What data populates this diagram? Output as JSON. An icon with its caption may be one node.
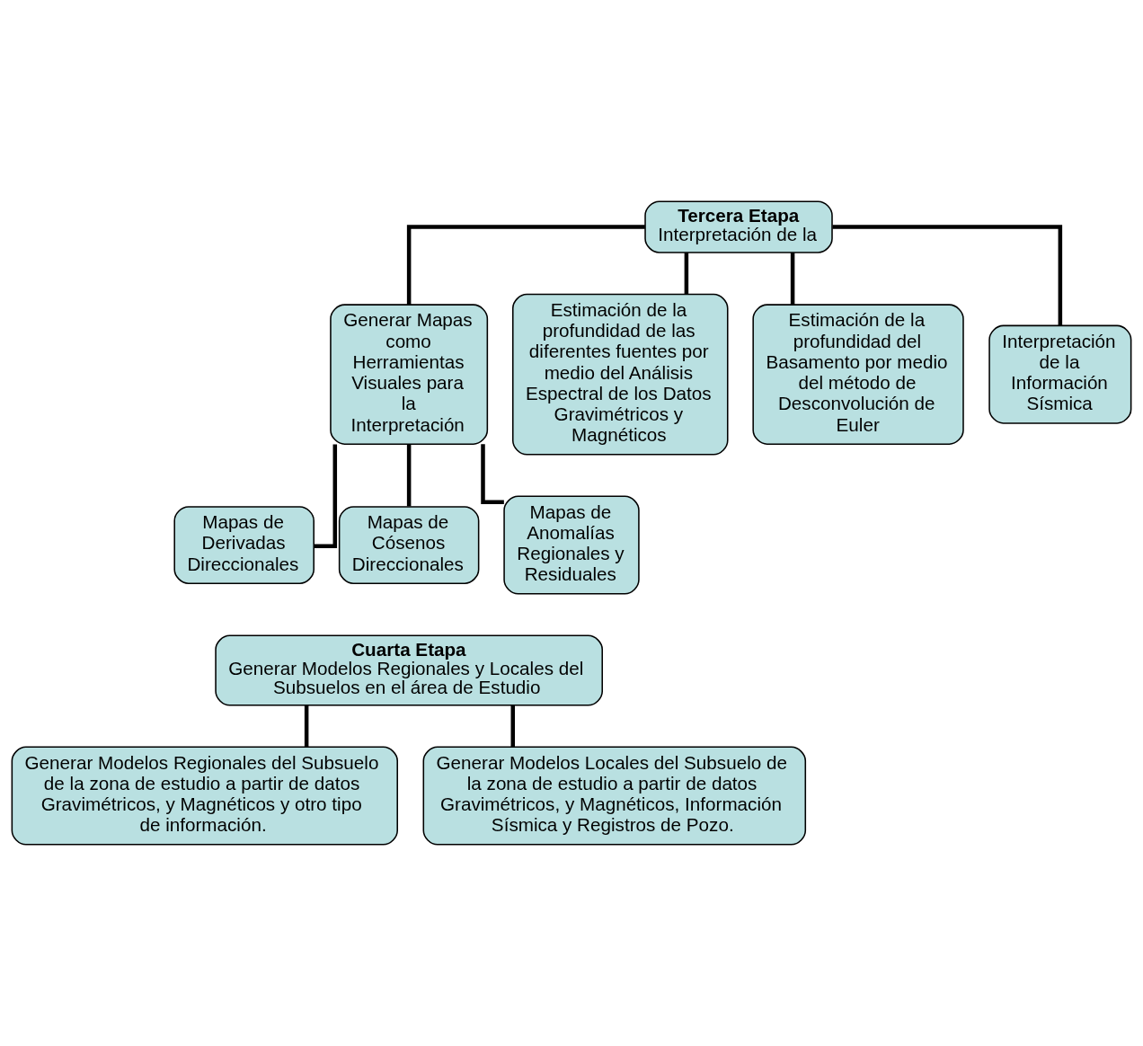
{
  "diagram": {
    "nodes": [
      {
        "text": [
          "Tercera Etapa",
          "Interpretación de la"
        ]
      },
      {
        "text": [
          "Generar Mapas como Herramientas Visuales para la Interpretación"
        ]
      },
      {
        "text": [
          "Estimación de la profundidad de las diferentes fuentes por medio del Análisis Espectral de los Datos Gravimétricos y Magnéticos"
        ]
      },
      {
        "text": [
          "Estimación de la profundidad del Basamento por medio del método de Desconvolución de Euler"
        ]
      },
      {
        "text": [
          "Interpretación de la Información Sísmica"
        ]
      },
      {
        "text": [
          "Mapas de Derivadas Direccionales"
        ]
      },
      {
        "text": [
          "Mapas de Cósenos Direccionales"
        ]
      },
      {
        "text": [
          "Mapas de Anomalías Regionales y Residuales"
        ]
      },
      {
        "text": [
          "Cuarta Etapa",
          "Generar Modelos Regionales y Locales del Subsuelos en el área de Estudio"
        ]
      },
      {
        "text": [
          "Generar Modelos Regionales del Subsuelo de la zona de estudio a partir de datos Gravimétricos, y Magnéticos y otro tipo de información."
        ]
      },
      {
        "text": [
          "Generar Modelos Locales del Subsuelo de la zona de estudio a partir de datos Gravimétricos, y Magnéticos, Información Sísmica y Registros de Pozo."
        ]
      }
    ],
    "edges": [
      {
        "from": 0,
        "to": 1,
        "arrow": "none"
      },
      {
        "from": 0,
        "to": 2,
        "arrow": "none"
      },
      {
        "from": 0,
        "to": 3,
        "arrow": "none"
      },
      {
        "from": 0,
        "to": 4,
        "arrow": "none"
      },
      {
        "from": 1,
        "to": 5,
        "arrow": "none"
      },
      {
        "from": 1,
        "to": 6,
        "arrow": "none"
      },
      {
        "from": 1,
        "to": 7,
        "arrow": "none"
      },
      {
        "from": 8,
        "to": 9,
        "arrow": "none"
      },
      {
        "from": 8,
        "to": 10,
        "arrow": "none"
      }
    ]
  }
}
